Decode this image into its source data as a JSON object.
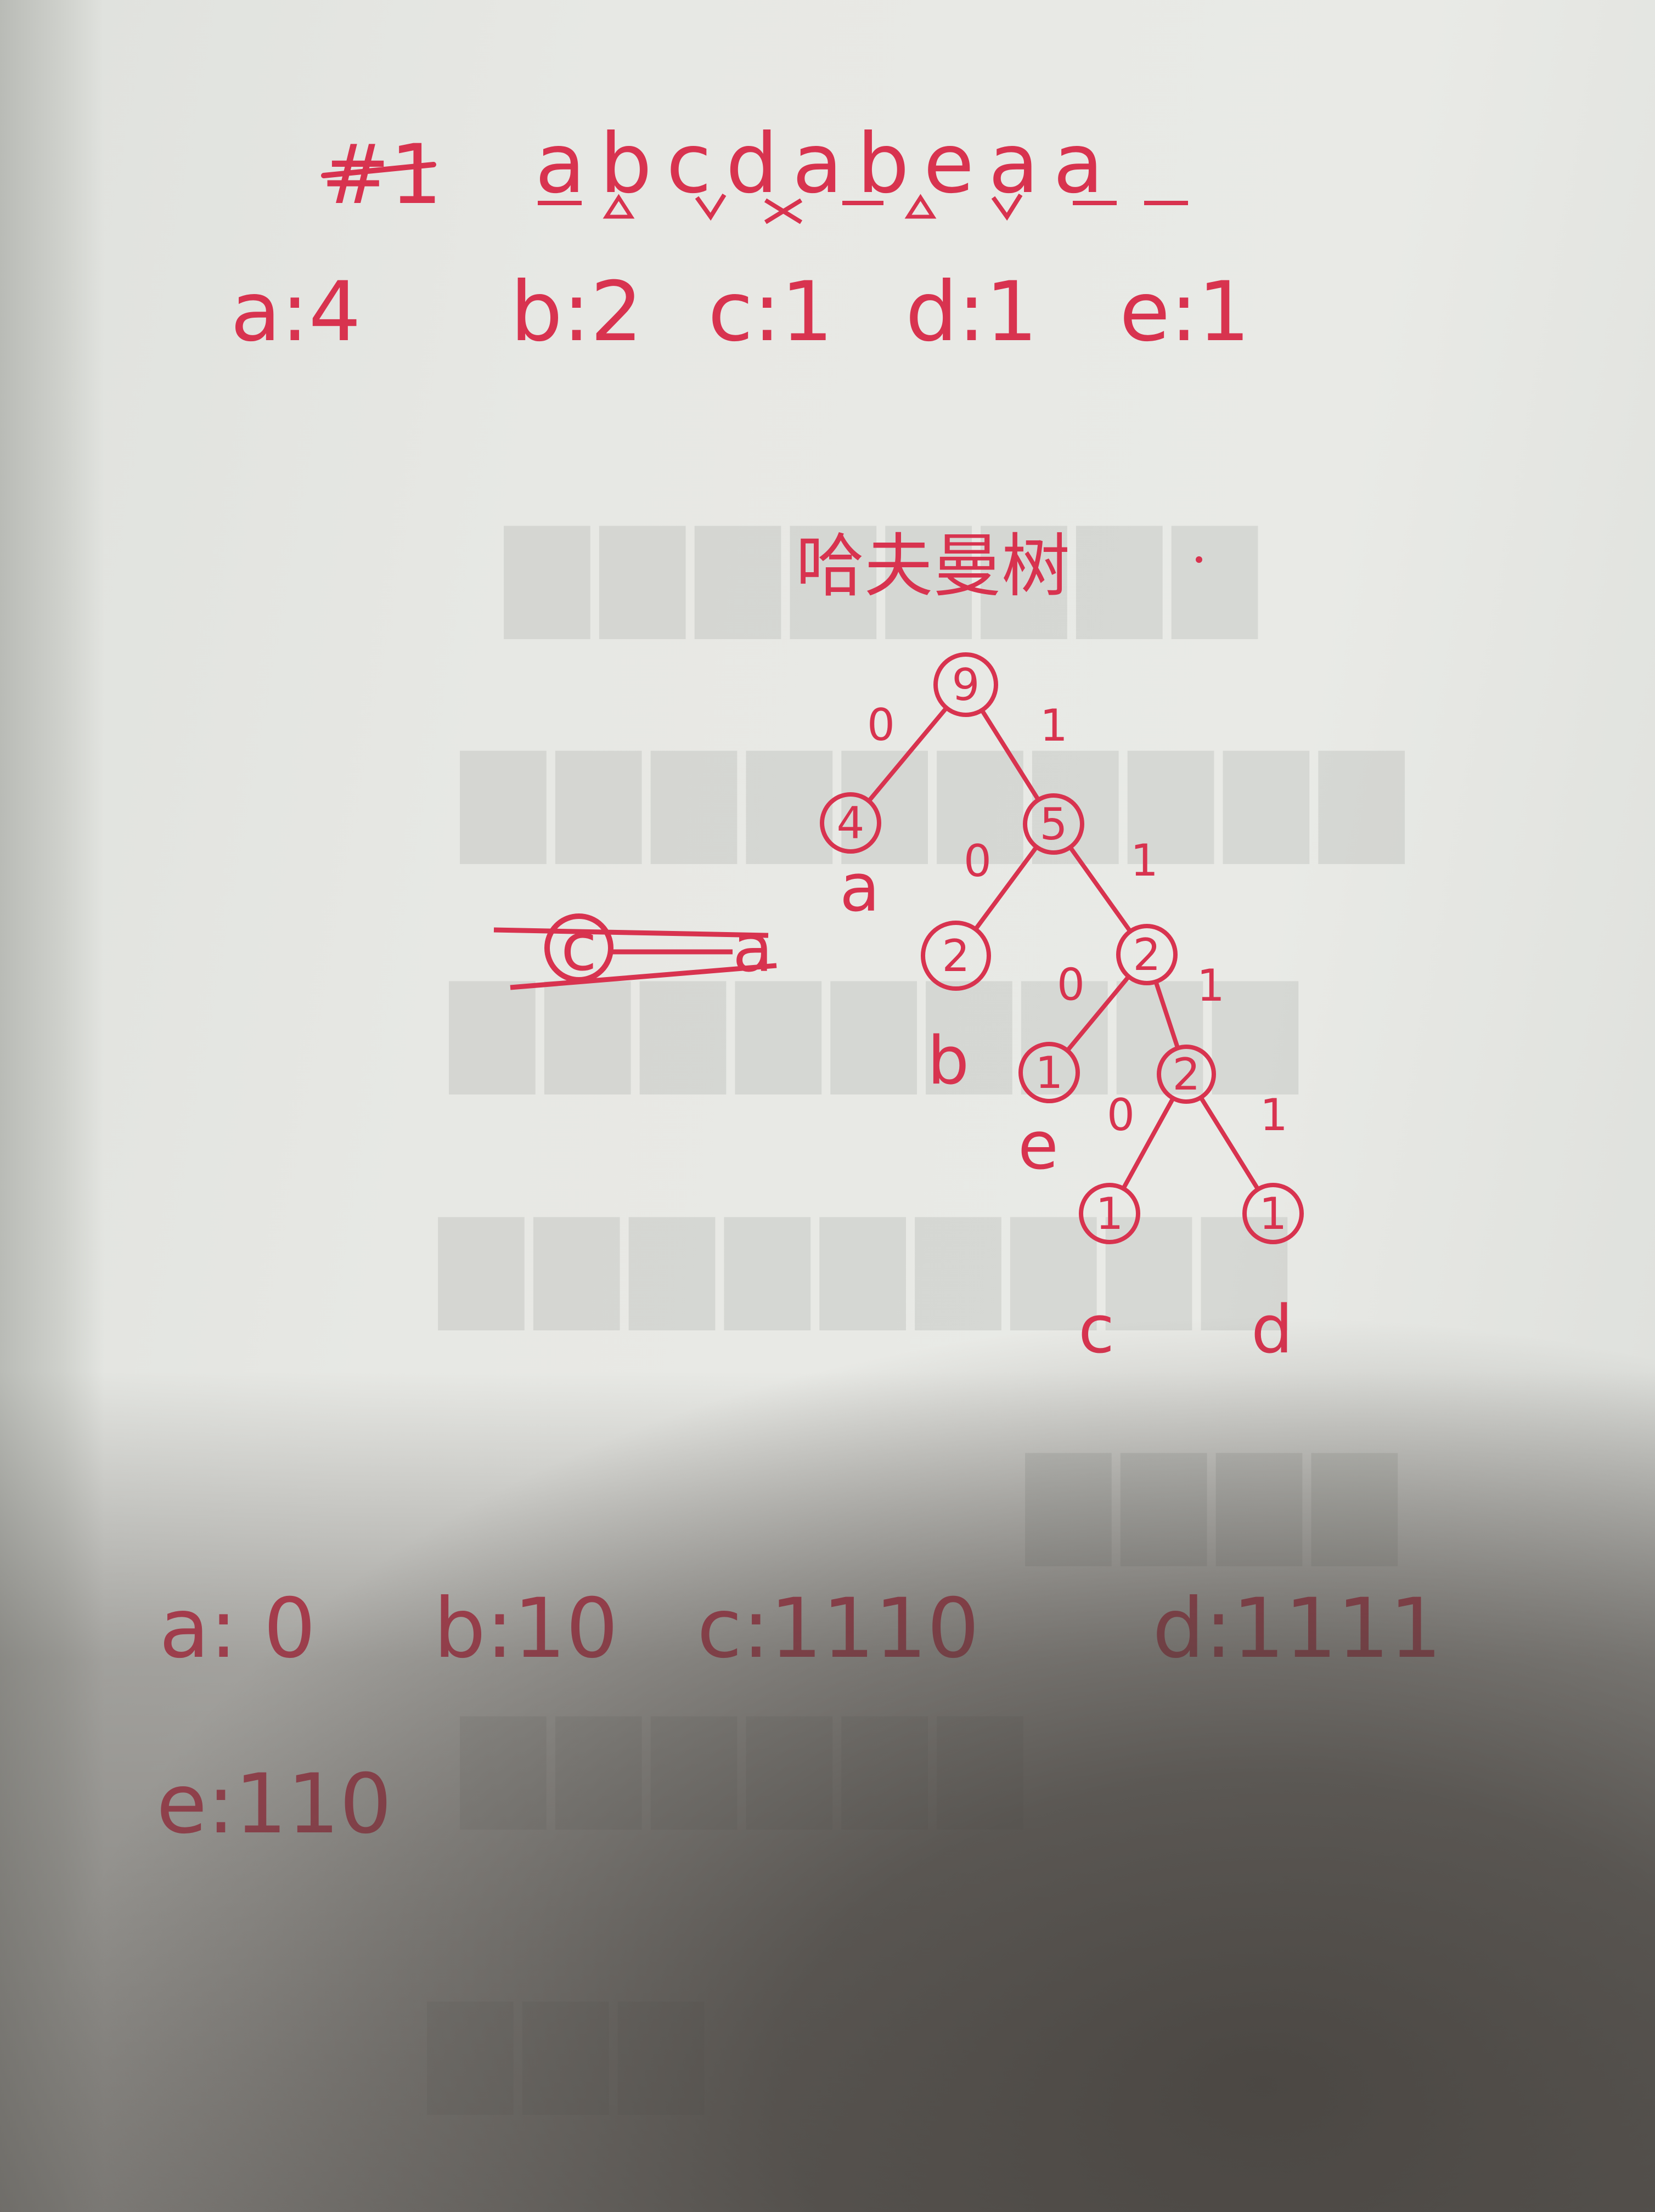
{
  "notes": {
    "sequence_label": "#1",
    "sequence": "abcdabeaa",
    "frequencies": [
      {
        "char": "a",
        "count": "4"
      },
      {
        "char": "b",
        "count": "2"
      },
      {
        "char": "c",
        "count": "1"
      },
      {
        "char": "d",
        "count": "1"
      },
      {
        "char": "e",
        "count": "1"
      }
    ],
    "tree_title": "哈夫曼树",
    "scratch": {
      "left": "c",
      "right": "a"
    },
    "codes_row1": [
      "a: 0",
      "b:10",
      "c:1110",
      "d:1111"
    ],
    "codes_row2": [
      "e:110"
    ]
  },
  "tree": {
    "nodes": [
      {
        "id": "root",
        "weight": "9",
        "label": ""
      },
      {
        "id": "n4",
        "weight": "4",
        "label": "a"
      },
      {
        "id": "n5",
        "weight": "5",
        "label": ""
      },
      {
        "id": "n2b",
        "weight": "2",
        "label": "b"
      },
      {
        "id": "n2x",
        "weight": "2",
        "label": ""
      },
      {
        "id": "n1e",
        "weight": "1",
        "label": "e"
      },
      {
        "id": "n2y",
        "weight": "2",
        "label": ""
      },
      {
        "id": "n1c",
        "weight": "1",
        "label": "c"
      },
      {
        "id": "n1d",
        "weight": "1",
        "label": "d"
      }
    ],
    "edges": [
      {
        "from": "root",
        "to": "n4",
        "bit": "0"
      },
      {
        "from": "root",
        "to": "n5",
        "bit": "1"
      },
      {
        "from": "n5",
        "to": "n2b",
        "bit": "0"
      },
      {
        "from": "n5",
        "to": "n2x",
        "bit": "1"
      },
      {
        "from": "n2x",
        "to": "n1e",
        "bit": "0"
      },
      {
        "from": "n2x",
        "to": "n2y",
        "bit": "1"
      },
      {
        "from": "n2y",
        "to": "n1c",
        "bit": "0"
      },
      {
        "from": "n2y",
        "to": "n1d",
        "bit": "1"
      }
    ]
  },
  "colors": {
    "ink": "#d8334f"
  }
}
